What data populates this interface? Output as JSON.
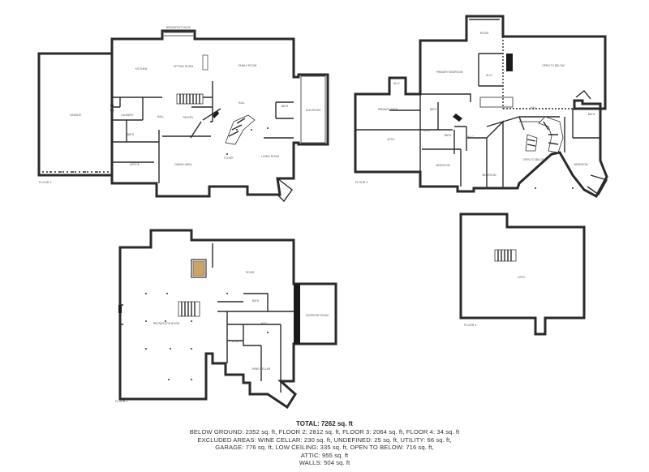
{
  "floor_2": {
    "label": "FLOOR 2",
    "rooms": {
      "garage": "GARAGE",
      "breakfast": "BREAKFAST NOOK",
      "kitchen": "KITCHEN",
      "sitting": "SITTING ROOM",
      "family": "FAMILY ROOM",
      "laundry": "LAUNDRY",
      "hall_a": "HALL",
      "pantry": "PANTRY",
      "hall_b": "HALL",
      "bath_a": "BATH",
      "sunroom": "SUN ROOM",
      "bath_b": "BATH",
      "office": "OFFICE",
      "dining": "DINING AREA",
      "foyer": "FOYER",
      "living": "LIVING ROOM"
    }
  },
  "floor_3": {
    "label": "FLOOR 3",
    "rooms": {
      "room": "ROOM",
      "primary_bed": "PRIMARY BEDROOM",
      "wic_a": "W.I.C",
      "open_below_a": "OPEN TO BELOW",
      "wic_b": "W.I.C",
      "primary_bath": "PRIMARY BATH",
      "bath_a": "BATH",
      "hall": "HALL",
      "bath_b": "BATH",
      "wic_c": "W.I.C",
      "bath_c": "BATH",
      "attic": "ATTIC",
      "wic_d": "W.I.C",
      "bedroom_a": "BEDROOM",
      "bedroom_b": "BEDROOM",
      "open_below_b": "OPEN TO BELOW",
      "bedroom_c": "BEDROOM"
    }
  },
  "floor_1": {
    "label": "FLOOR 1",
    "rooms": {
      "room": "ROOM",
      "recreation": "RECREATION ROOM",
      "bath": "BATH",
      "hall": "HALL",
      "exercise": "EXERCISE ROOM",
      "utility": "UTILITY",
      "wine": "WINE CELLAR"
    }
  },
  "floor_4": {
    "label": "FLOOR 4",
    "rooms": {
      "attic": "ATTIC"
    }
  },
  "summary": {
    "total": "TOTAL: 7262 sq. ft",
    "line1": "BELOW GROUND: 2352 sq. ft, FLOOR 2: 2812 sq. ft, FLOOR 3: 2064 sq. ft, FLOOR 4: 34 sq. ft",
    "line2": "EXCLUDED AREAS: WINE CELLAR: 230 sq. ft, UNDEFINED: 25 sq. ft, UTILITY: 66 sq. ft,",
    "line3": "GARAGE: 776 sq. ft, LOW CEILING: 335 sq. ft, OPEN TO BELOW: 716 sq. ft,",
    "line4": "ATTIC: 955 sq. ft",
    "line5": "WALLS: 504 sq. ft"
  }
}
